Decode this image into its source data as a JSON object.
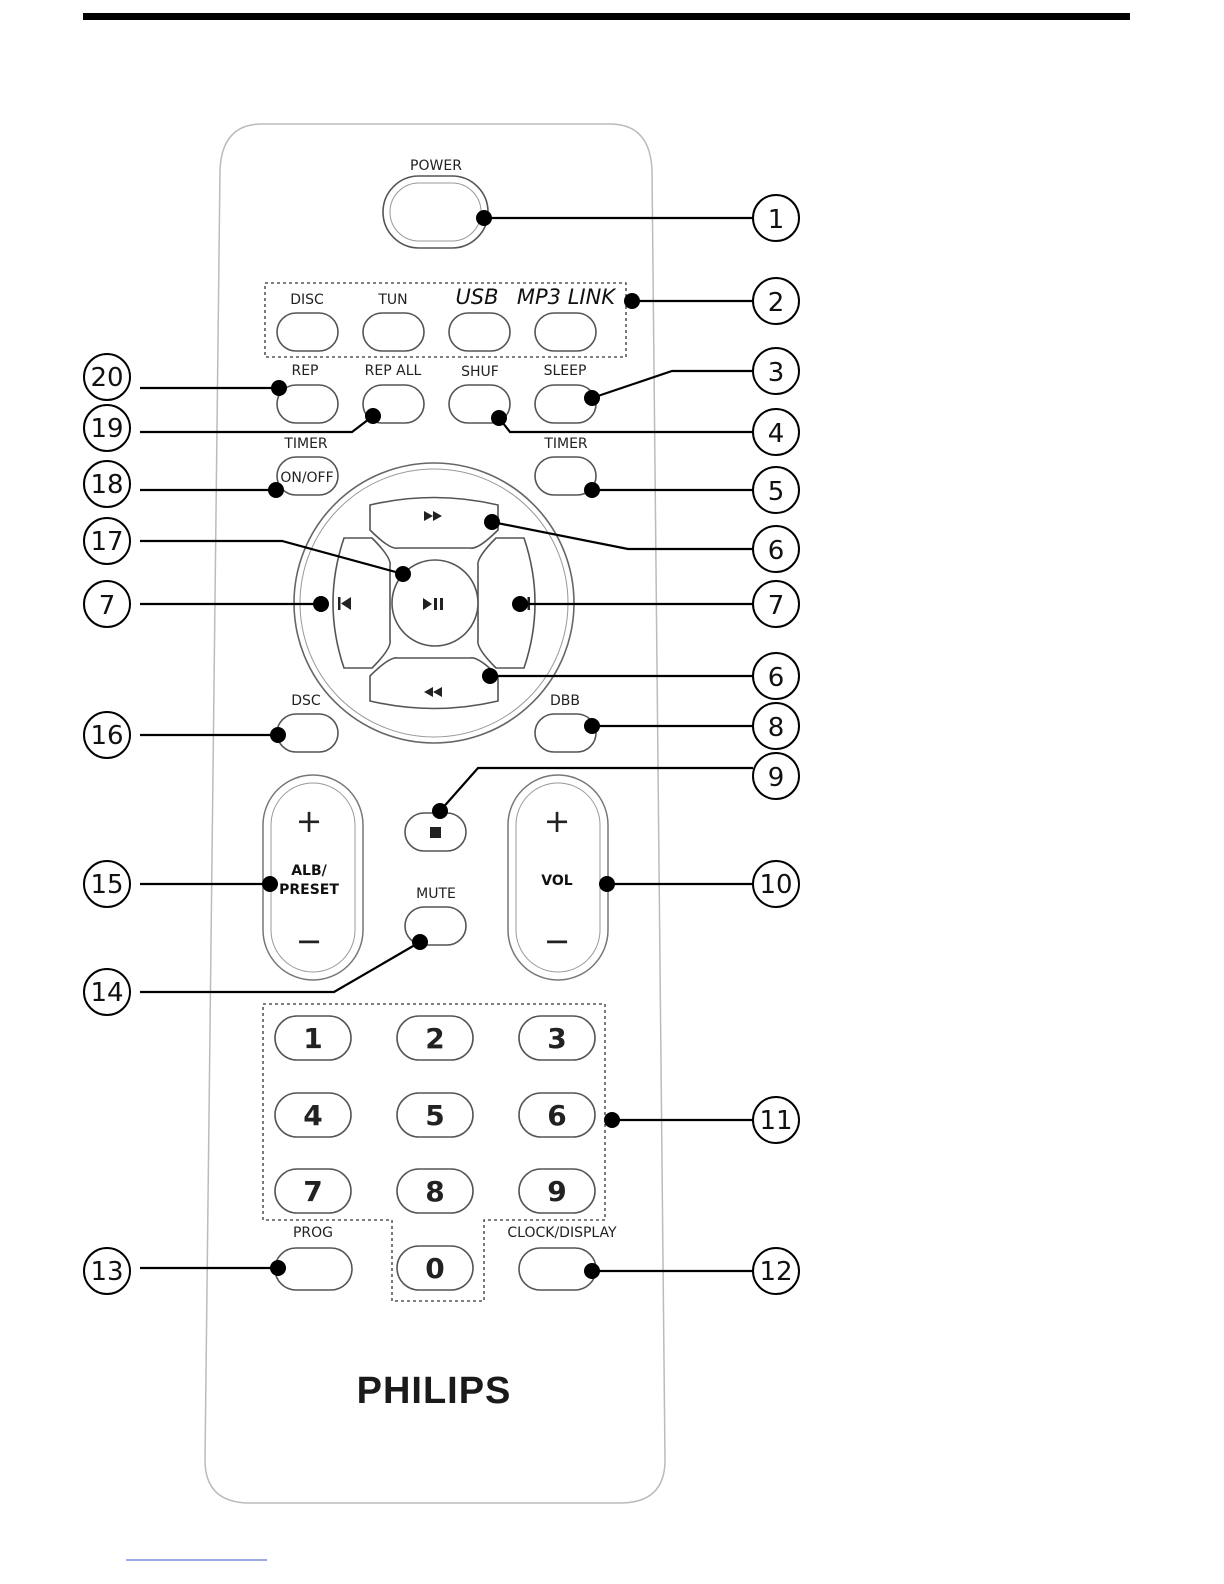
{
  "labels": {
    "power": "POWER",
    "disc": "DISC",
    "tun": "TUN",
    "usb": "USB",
    "mp3link": "MP3 LINK",
    "rep": "REP",
    "repall": "REP ALL",
    "shuf": "SHUF",
    "sleep": "SLEEP",
    "timer_left": "TIMER",
    "onoff": "ON/OFF",
    "timer_right": "TIMER",
    "dsc": "DSC",
    "dbb": "DBB",
    "mute": "MUTE",
    "alb": "ALB/",
    "preset": "PRESET",
    "vol": "VOL",
    "plus": "+",
    "minus": "−",
    "prog": "PROG",
    "clock": "CLOCK/DISPLAY",
    "brand": "PHILIPS"
  },
  "keypad": [
    "1",
    "2",
    "3",
    "4",
    "5",
    "6",
    "7",
    "8",
    "9",
    "0"
  ],
  "callouts": [
    "1",
    "2",
    "3",
    "4",
    "5",
    "6",
    "7",
    "6",
    "8",
    "9",
    "10",
    "11",
    "12",
    "20",
    "19",
    "18",
    "17",
    "7",
    "16",
    "15",
    "14",
    "13"
  ]
}
